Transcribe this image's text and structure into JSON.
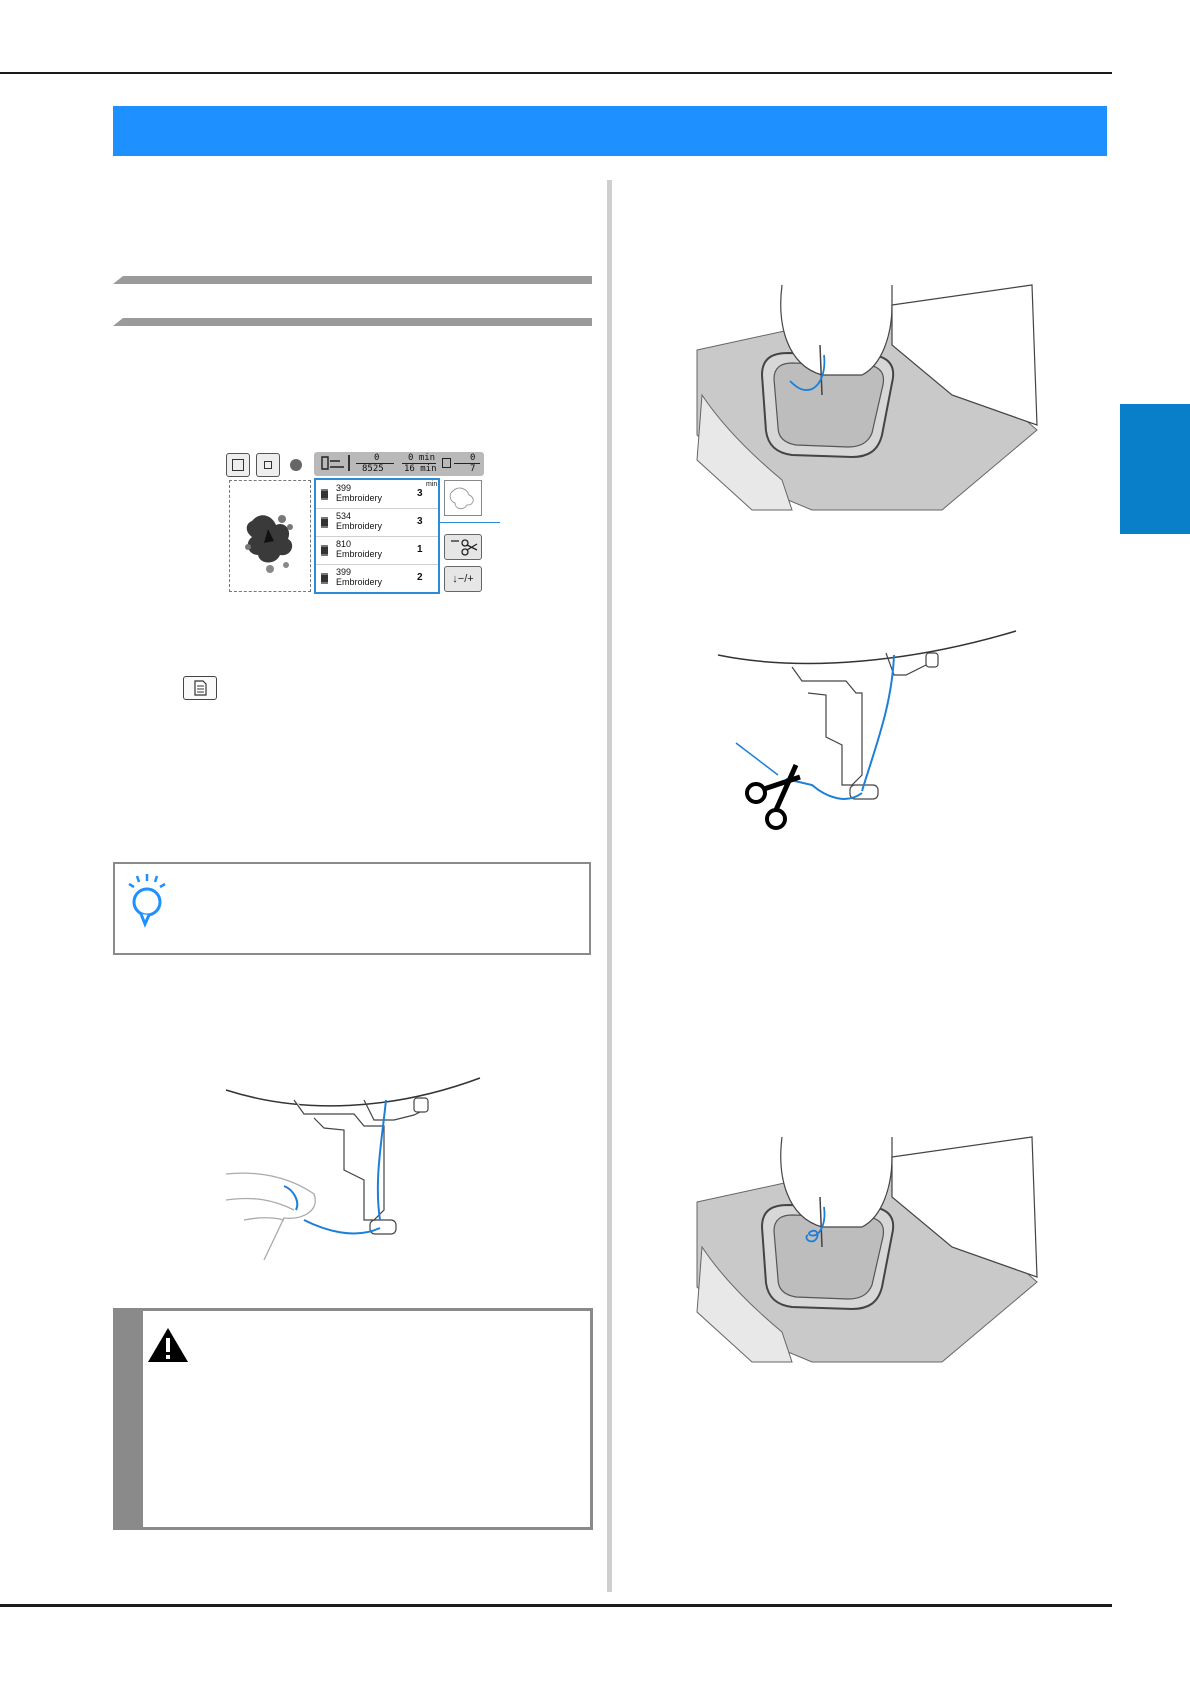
{
  "lcd_panel": {
    "header": {
      "counter_top": "0",
      "counter_bottom": "8525",
      "time_top": "0 min",
      "time_bottom": "16 min",
      "color_top": "0",
      "color_bottom": "7"
    },
    "min_label": "min",
    "threads": [
      {
        "number": "399",
        "name": "Embroidery",
        "count": "3"
      },
      {
        "number": "534",
        "name": "Embroidery",
        "count": "3"
      },
      {
        "number": "810",
        "name": "Embroidery",
        "count": "1"
      },
      {
        "number": "399",
        "name": "Embroidery",
        "count": "2"
      }
    ],
    "needle_button_label": "↓−/+"
  },
  "icons": {
    "lcd_button_1": "frame-icon",
    "lcd_button_2": "frame-small-icon",
    "lcd_spool": "thread-spool-icon",
    "thread_cutter": "scissors-icon",
    "page_button": "document-icon",
    "note": "lightbulb-icon",
    "caution": "warning-triangle-icon"
  },
  "colors": {
    "banner": "#1e90ff",
    "side_tab": "#0a7fc9",
    "thread": "#1e7fd8"
  }
}
